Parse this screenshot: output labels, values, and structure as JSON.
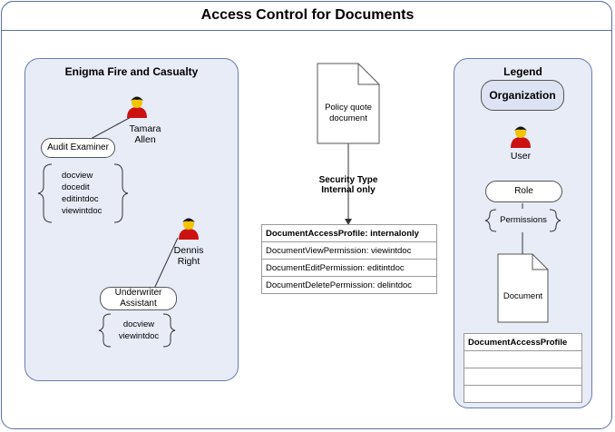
{
  "title": "Access Control for Documents",
  "organization_panel": {
    "title": "Enigma Fire and Casualty",
    "users": [
      "Tamara Allen",
      "Dennis Right"
    ],
    "roles": [
      {
        "name": "Audit Examiner",
        "permissions": [
          "docview",
          "docedit",
          "editintdoc",
          "viewintdoc"
        ]
      },
      {
        "name": "Underwriter Assistant",
        "permissions": [
          "docview",
          "viewintdoc"
        ]
      }
    ]
  },
  "document": {
    "name": "Policy quote document",
    "connector_label": [
      "Security Type",
      "Internal only"
    ]
  },
  "access_profile": {
    "header": "DocumentAccessProfile: internalonly",
    "rows": [
      "DocumentViewPermission: viewintdoc",
      "DocumentEditPermission: editintdoc",
      "DocumentDeletePermission: delintdoc"
    ]
  },
  "legend": {
    "title": "Legend",
    "organization": "Organization",
    "user": "User",
    "role": "Role",
    "permissions": "Permissions",
    "document": "Document",
    "profile_header": "DocumentAccessProfile"
  },
  "colors": {
    "border": "#5b6fa8",
    "panel_fill": "#e8ecf7",
    "user_icon": "#cc1111",
    "user_face": "#f2c400"
  }
}
